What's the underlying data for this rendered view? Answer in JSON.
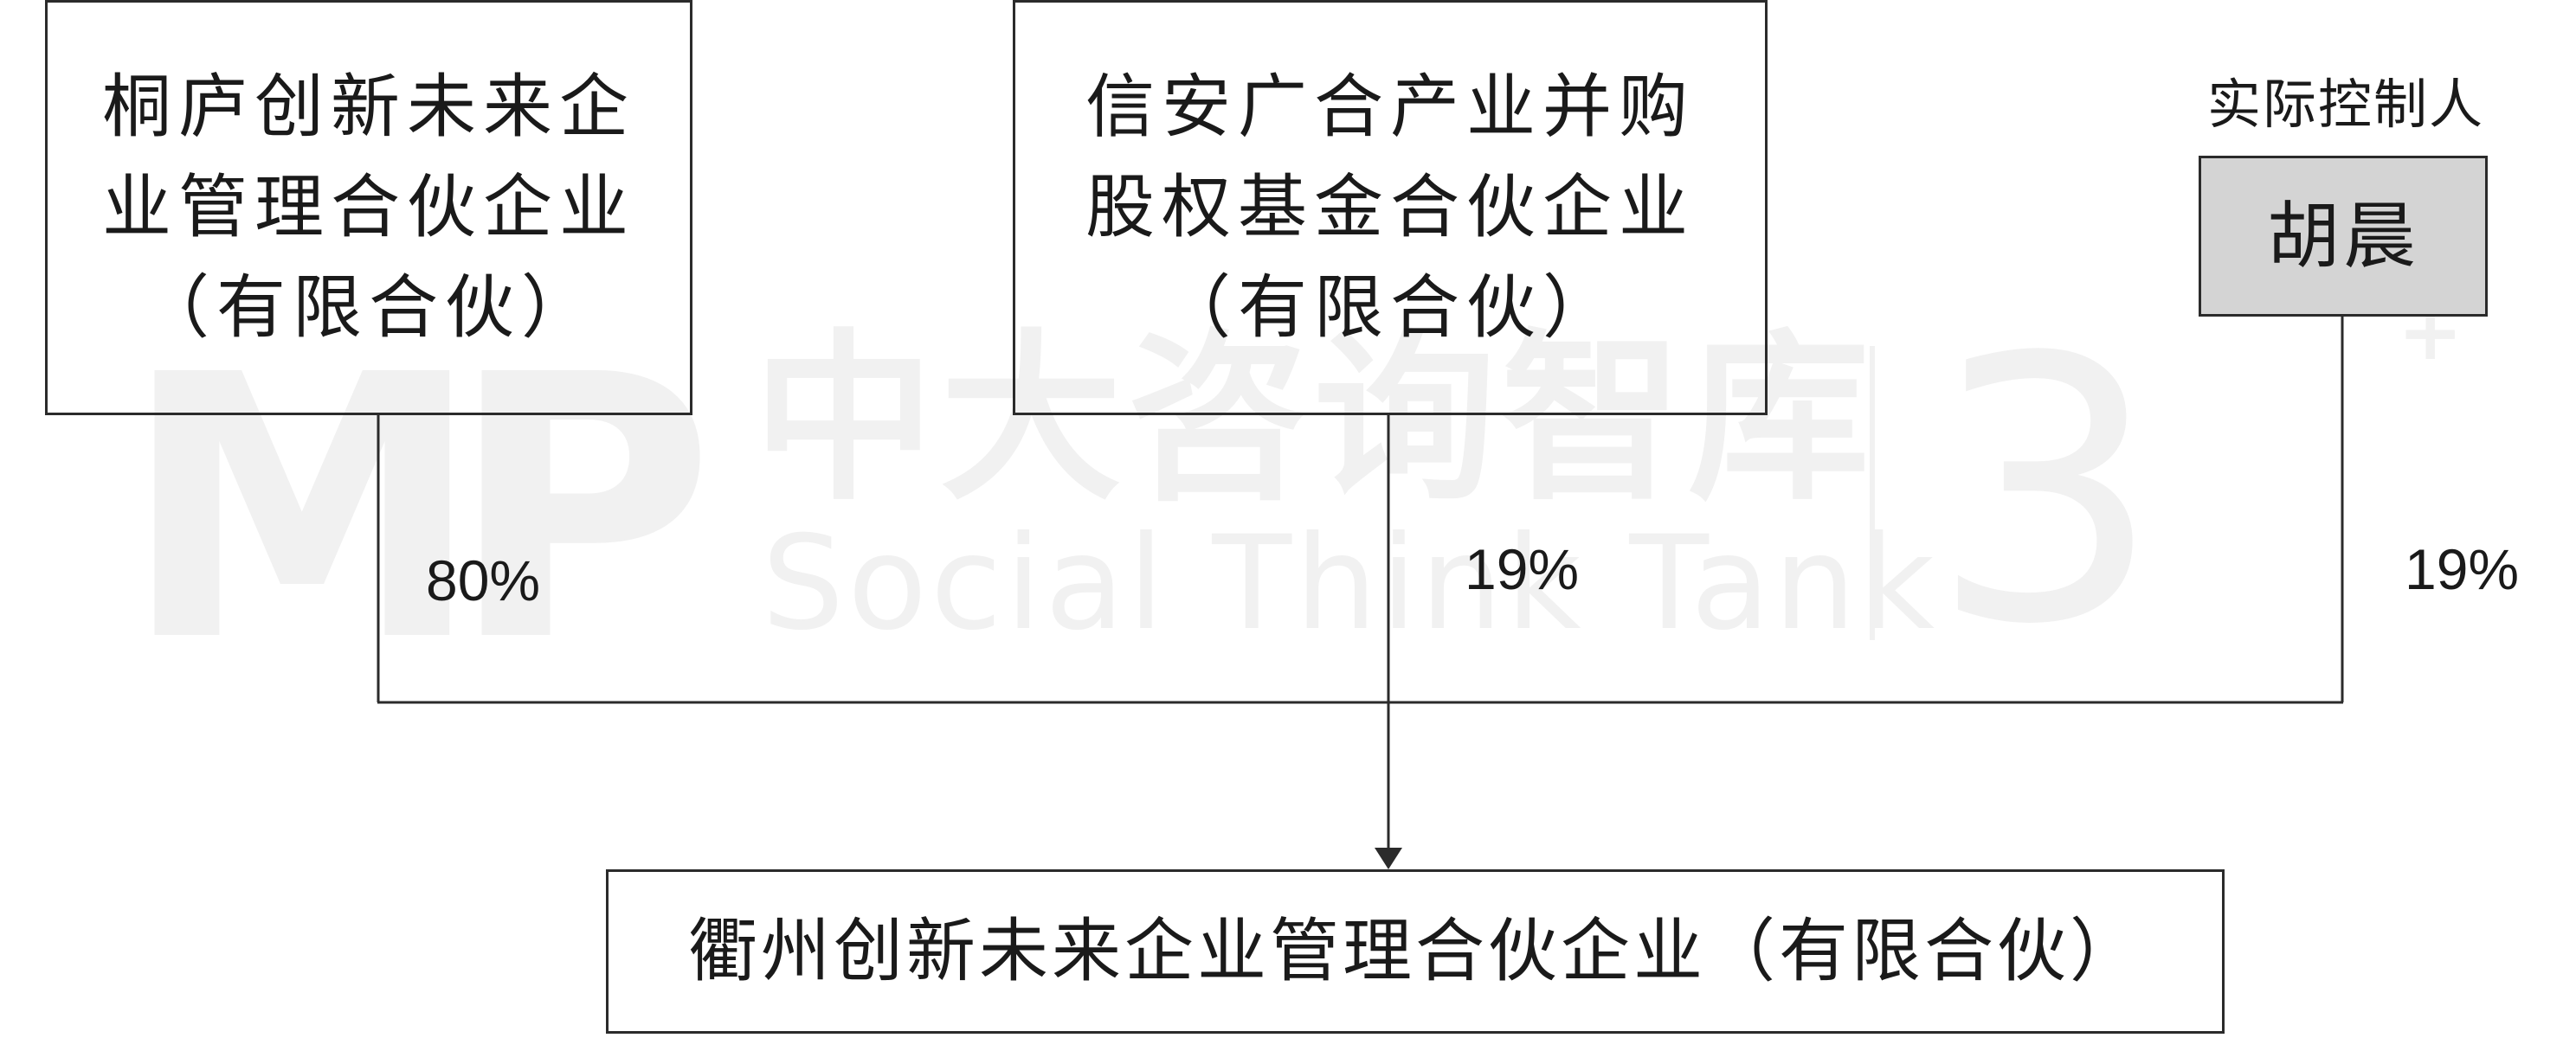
{
  "watermark": {
    "logo": "MP",
    "name_cn": "中大咨询智库",
    "name_en": "Social Think Tank",
    "mark": "3",
    "plus": "+"
  },
  "entities": {
    "tonglu": {
      "line1": "桐庐创新未来企",
      "line2": "业管理合伙企业",
      "line3": "（有限合伙）"
    },
    "xinan": {
      "line1": "信安广合产业并购",
      "line2": "股权基金合伙企业",
      "line3": "（有限合伙）"
    },
    "controller_label": "实际控制人",
    "controller_name": "胡晨",
    "target": "衢州创新未来企业管理合伙企业（有限合伙）"
  },
  "shareholdings": {
    "tonglu": "80%",
    "xinan": "19%",
    "huchen": "19%"
  },
  "colors": {
    "line": "#2b2b2b",
    "controller_fill": "#d4d4d4",
    "watermark": "#f1f1f1"
  }
}
